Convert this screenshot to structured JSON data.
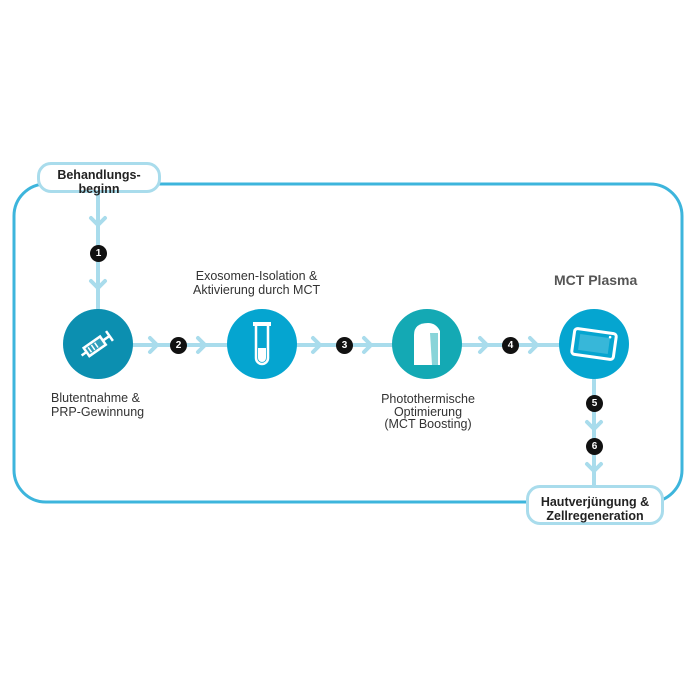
{
  "start": {
    "label_line1": "Behandlungs-",
    "label_line2": "beginn"
  },
  "end": {
    "label_line1": "Hautverjüngung &",
    "label_line2": "Zellregeneration"
  },
  "steps": [
    {
      "icon": "syringe-icon",
      "label_line1": "Blutentnahme &",
      "label_line2": "PRP-Gewinnung",
      "color": "#0c8fb0"
    },
    {
      "icon": "test-tube-icon",
      "label_line1": "Exosomen-Isolation &",
      "label_line2": "Aktivierung durch MCT",
      "color": "#05a5d0"
    },
    {
      "icon": "device-icon",
      "label_line1": "Photothermische",
      "label_line2": "Optimierung",
      "label_line3": "(MCT Boosting)",
      "color": "#14a9b4"
    },
    {
      "icon": "tablet-icon",
      "label": "MCT Plasma",
      "color": "#05a5d0"
    }
  ],
  "badges": [
    "1",
    "2",
    "3",
    "4",
    "5",
    "6"
  ],
  "colors": {
    "outer_loop": "#3db5dc",
    "connector": "#a9dcec"
  }
}
